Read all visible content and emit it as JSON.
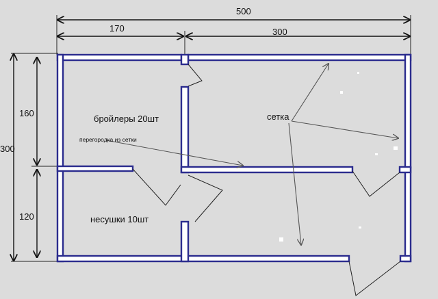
{
  "dimensions": {
    "total_width": "500",
    "left_width": "170",
    "right_width": "300",
    "total_height": "300",
    "upper_height": "160",
    "lower_height": "120"
  },
  "rooms": {
    "broilers": "бройлеры  20шт",
    "layers": "несушки 10шт",
    "mesh": "сетка",
    "partition_note": "перегородка из сетки"
  },
  "colors": {
    "background": "#dcdcdc",
    "wall_stroke": "#2b2c8e",
    "wall_fill": "#ffffff",
    "lines": "#111111"
  }
}
